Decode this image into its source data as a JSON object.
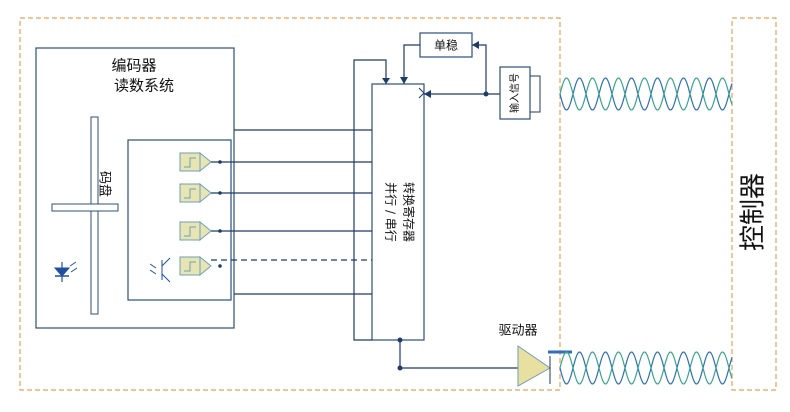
{
  "labels": {
    "encoder_title_line1": "编码器",
    "encoder_title_line2": "读数系统",
    "code_disk": "码盘",
    "monostable": "单稳",
    "input_signal": "输入信号",
    "register_line1": "并行 / 串行",
    "register_line2": "转换寄存器",
    "driver": "驱动器",
    "controller": "控制器"
  },
  "colors": {
    "wire": "#1f3a6b",
    "box_border": "#2c4f7c",
    "dashed_border": "#e5a25a",
    "comparator_fill": "#e8e5b4",
    "comparator_stroke": "#6f9fb6",
    "driver_fill": "#e8e0a0",
    "cable_blue": "#2d6fb8",
    "cable_green": "#3aa58a",
    "led_blue": "#1f4fa0"
  },
  "comparators": [
    "comparator-1",
    "comparator-2",
    "comparator-3",
    "comparator-4"
  ]
}
